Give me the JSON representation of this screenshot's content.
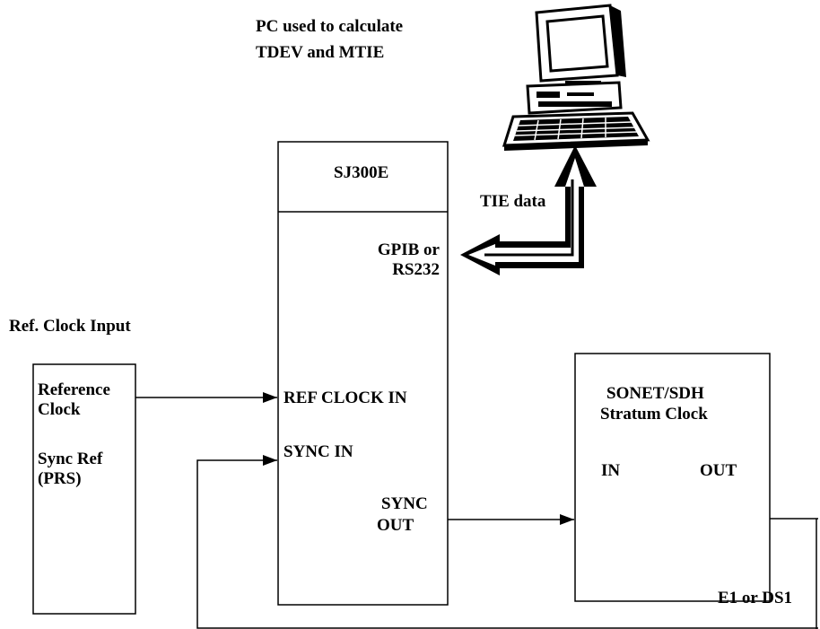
{
  "pc": {
    "caption_line1": "PC used to calculate",
    "caption_line2": "TDEV and MTIE"
  },
  "sj300e": {
    "title": "SJ300E",
    "gpib_line1": "GPIB or",
    "gpib_line2": "RS232",
    "ref_clock_in": "REF CLOCK IN",
    "sync_in": "SYNC IN",
    "sync_out_line1": "SYNC",
    "sync_out_line2": "OUT"
  },
  "tie_label": "TIE data",
  "ref_clock_input_label": "Ref. Clock Input",
  "reference_box": {
    "line1": "Reference",
    "line2": "Clock",
    "line3": "Sync Ref",
    "line4": "(PRS)"
  },
  "stratum_box": {
    "title_line1": "SONET/SDH",
    "title_line2": "Stratum Clock",
    "in_label": "IN",
    "out_label": "OUT"
  },
  "output_label": "E1 or DS1"
}
